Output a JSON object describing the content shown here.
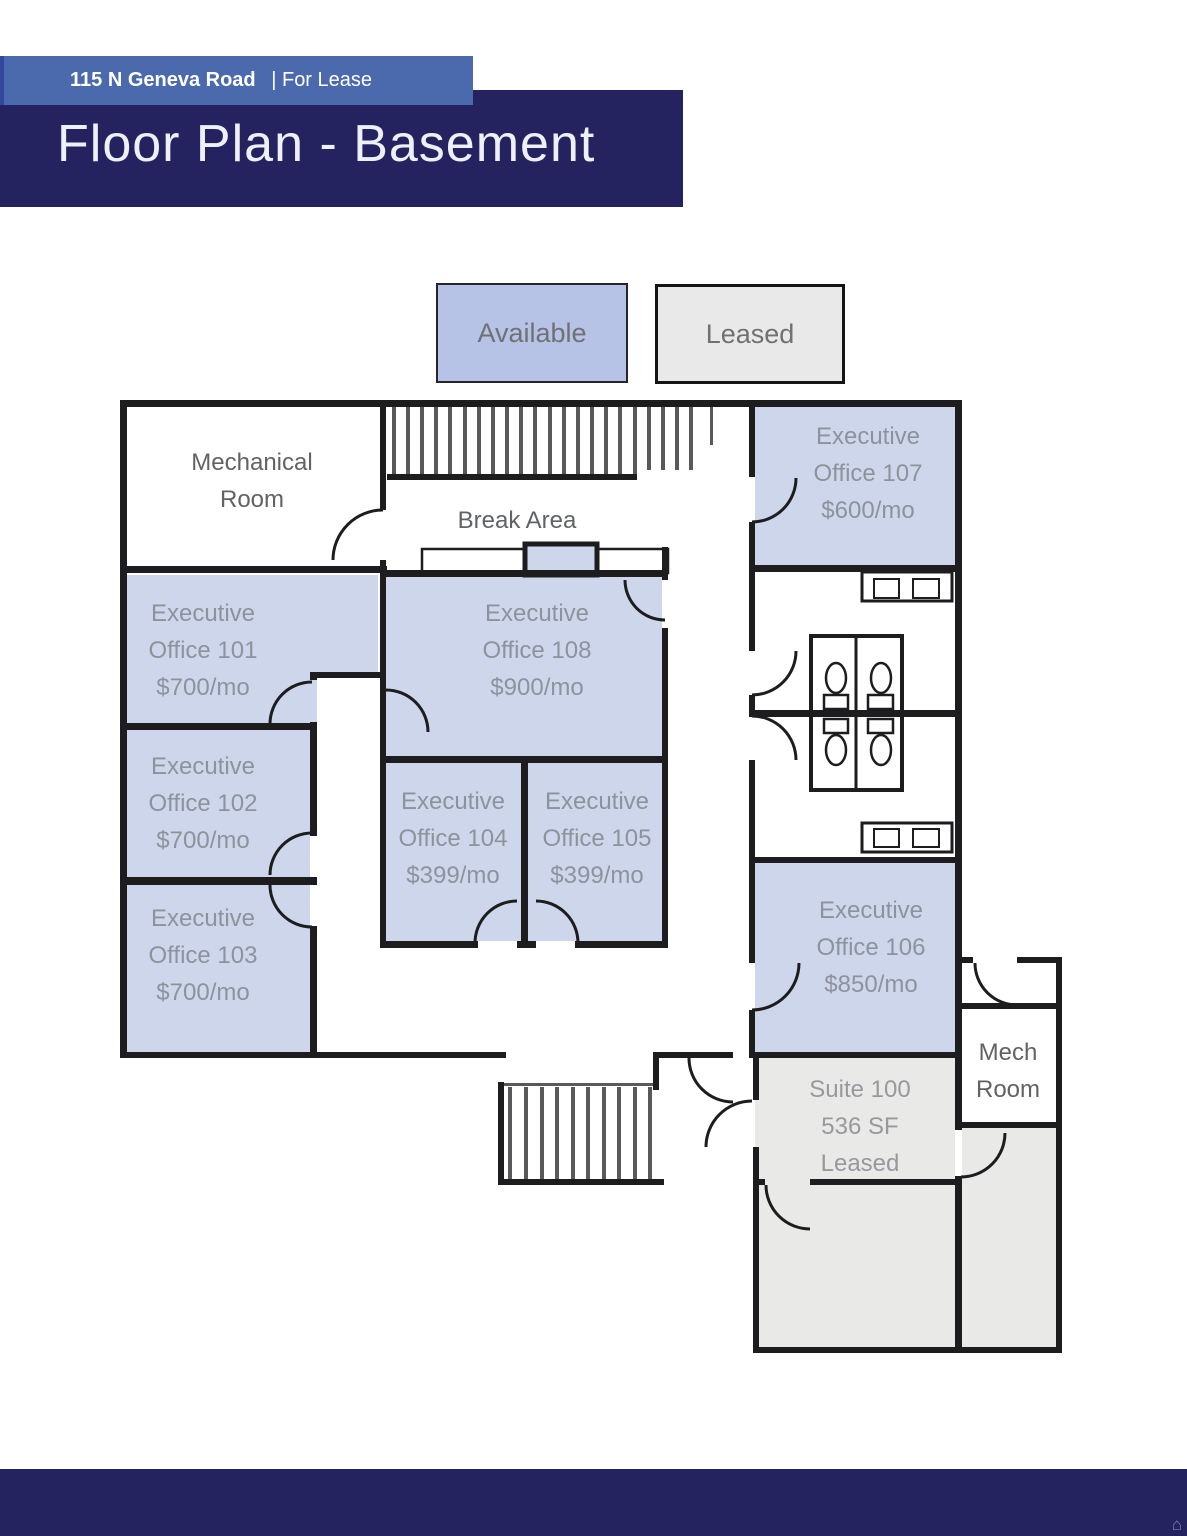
{
  "header": {
    "address": "115 N Geneva Road",
    "tagline": "| For Lease",
    "title": "Floor Plan - Basement"
  },
  "legend": {
    "available": "Available",
    "leased": "Leased"
  },
  "rooms": {
    "mechanical_room": {
      "lines": [
        "Mechanical",
        "Room"
      ]
    },
    "break_area": {
      "lines": [
        "Break Area"
      ]
    },
    "office_107": {
      "lines": [
        "Executive",
        "Office 107",
        "$600/mo"
      ]
    },
    "office_101": {
      "lines": [
        "Executive",
        "Office 101",
        "$700/mo"
      ]
    },
    "office_108": {
      "lines": [
        "Executive",
        "Office 108",
        "$900/mo"
      ]
    },
    "office_102": {
      "lines": [
        "Executive",
        "Office 102",
        "$700/mo"
      ]
    },
    "office_104": {
      "lines": [
        "Executive",
        "Office 104",
        "$399/mo"
      ]
    },
    "office_105": {
      "lines": [
        "Executive",
        "Office 105",
        "$399/mo"
      ]
    },
    "office_103": {
      "lines": [
        "Executive",
        "Office 103",
        "$700/mo"
      ]
    },
    "office_106": {
      "lines": [
        "Executive",
        "Office 106",
        "$850/mo"
      ]
    },
    "suite_100": {
      "lines": [
        "Suite 100",
        "536 SF",
        "Leased"
      ]
    },
    "mech_room": {
      "lines": [
        "Mech",
        "Room"
      ]
    }
  },
  "footer": {
    "house_glyph": "⌂"
  },
  "colors": {
    "navy": "#25235f",
    "banner_blue": "#4b69ad",
    "available_fill": "#b6c2e6",
    "room_fill": "#ced6eb",
    "leased_fill": "#e9e9e8",
    "wall": "#1d1d1f",
    "label_gray": "#8d939c"
  }
}
